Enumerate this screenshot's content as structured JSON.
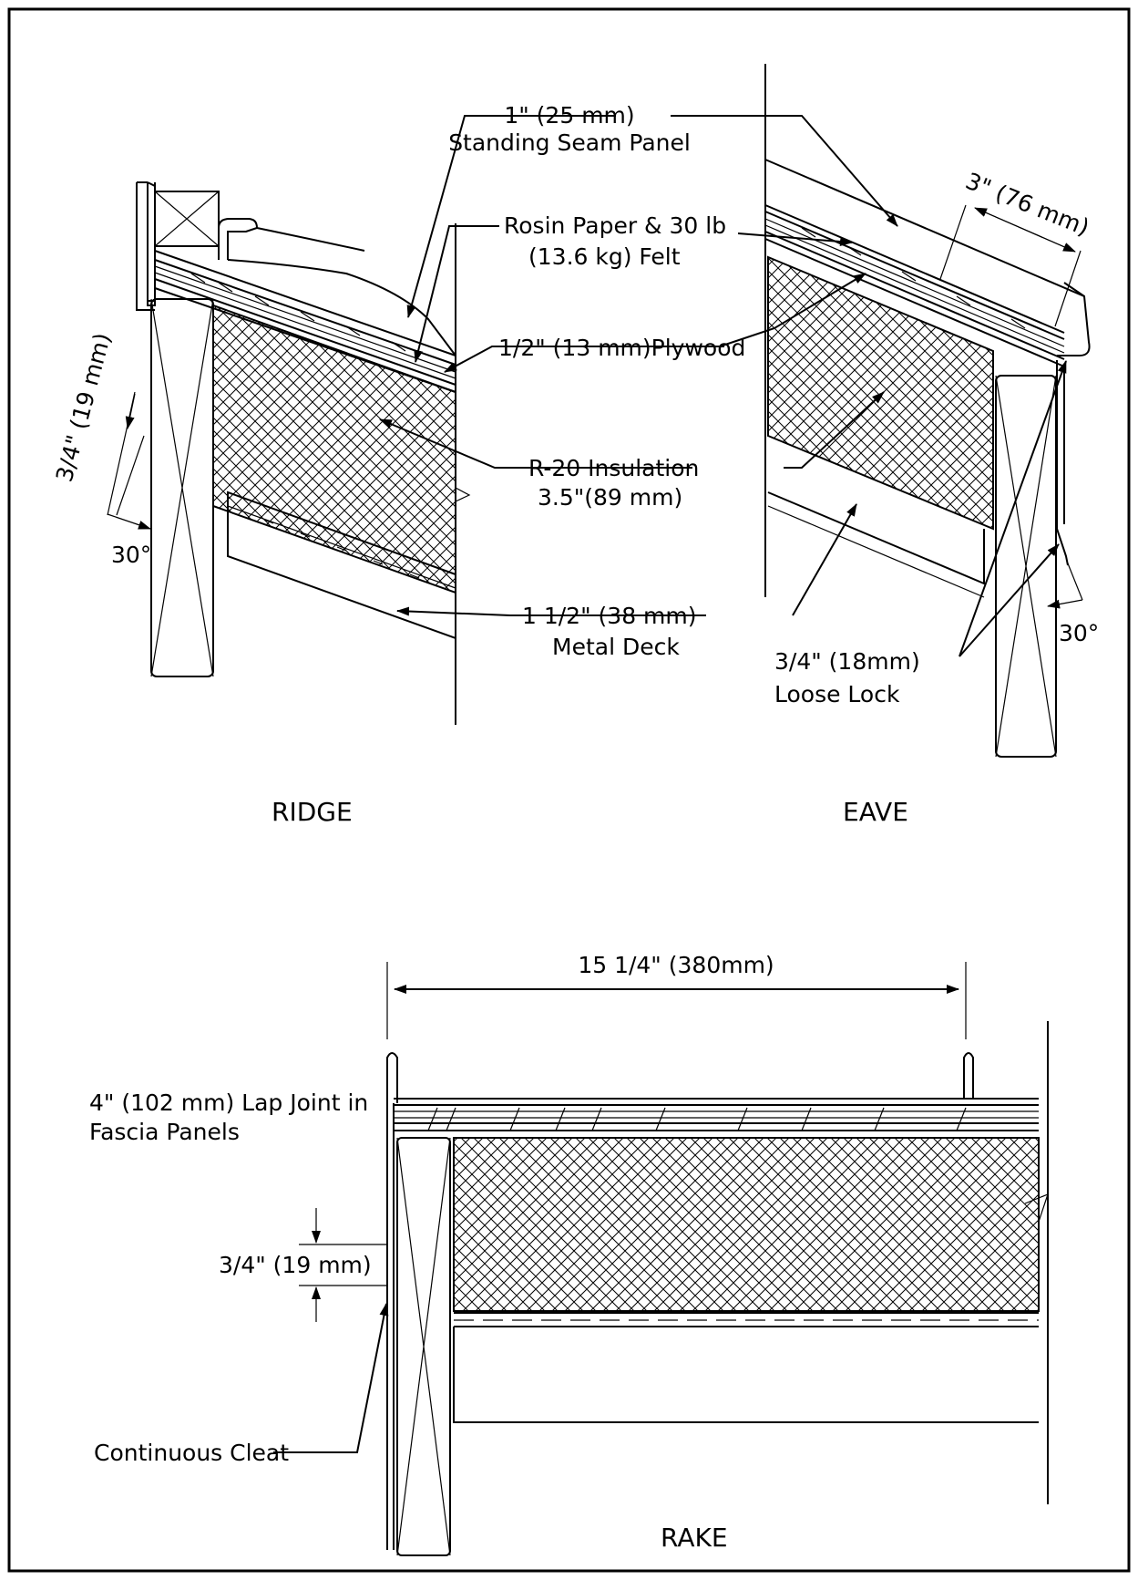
{
  "sections": {
    "ridge": "RIDGE",
    "eave": "EAVE",
    "rake": "RAKE"
  },
  "callouts": {
    "standing_seam_1": "1\" (25 mm)",
    "standing_seam_2": "Standing Seam Panel",
    "rosin_1": "Rosin Paper & 30 lb",
    "rosin_2": "(13.6 kg) Felt",
    "plywood": "1/2\" (13 mm)Plywood",
    "insulation_1": "R-20 Insulation",
    "insulation_2": "3.5\"(89 mm)",
    "metal_deck_1": "1 1/2\" (38 mm)",
    "metal_deck_2": "Metal Deck",
    "loose_lock_1": "3/4\" (18mm)",
    "loose_lock_2": "Loose Lock",
    "lap_joint_1": "4\" (102 mm) Lap Joint in",
    "lap_joint_2": "Fascia Panels",
    "cleat": "Continuous Cleat"
  },
  "dimensions": {
    "ridge_hem": "3/4\" (19 mm)",
    "ridge_angle": "30°",
    "eave_overhang": "3\" (76 mm)",
    "eave_angle": "30°",
    "rake_width": "15 1/4\" (380mm)",
    "rake_hem": "3/4\" (19 mm)"
  }
}
